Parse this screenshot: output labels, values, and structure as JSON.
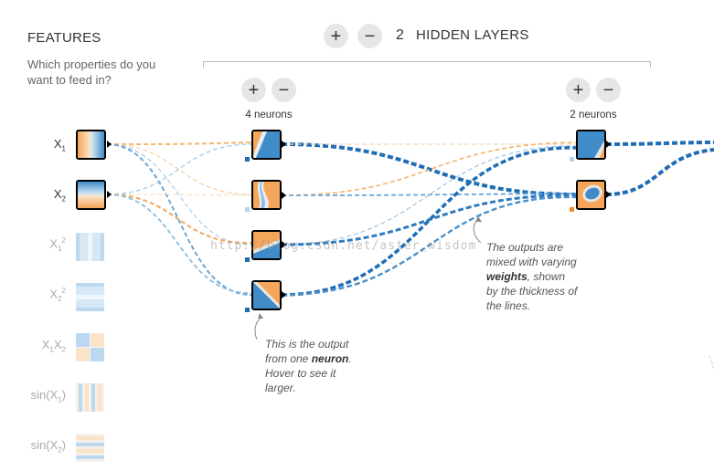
{
  "features": {
    "title": "FEATURES",
    "subtitle": "Which properties do you want to feed in?",
    "items": [
      {
        "base": "X",
        "sub": "1",
        "sup": "",
        "tail": "",
        "active": true
      },
      {
        "base": "X",
        "sub": "2",
        "sup": "",
        "tail": "",
        "active": true
      },
      {
        "base": "X",
        "sub": "1",
        "sup": "2",
        "tail": "",
        "active": false
      },
      {
        "base": "X",
        "sub": "2",
        "sup": "2",
        "tail": "",
        "active": false
      },
      {
        "base": "X",
        "sub": "1",
        "sup": "",
        "tail": "X",
        "tail_sub": "2",
        "active": false
      },
      {
        "base": "sin(X",
        "sub": "1",
        "sup": "",
        "tail": ")",
        "active": false
      },
      {
        "base": "sin(X",
        "sub": "2",
        "sup": "",
        "tail": ")",
        "active": false
      }
    ]
  },
  "hidden_layers": {
    "add_label": "+",
    "remove_label": "−",
    "count": "2",
    "label": "HIDDEN LAYERS",
    "layers": [
      {
        "add_label": "+",
        "remove_label": "−",
        "neurons_label": "4 neurons"
      },
      {
        "add_label": "+",
        "remove_label": "−",
        "neurons_label": "2 neurons"
      }
    ]
  },
  "annotations": {
    "neuron_note": {
      "pre": "This is the output from one ",
      "bold": "neuron",
      "post": ". Hover to see it larger."
    },
    "weights_note": {
      "pre": "The outputs are mixed with varying ",
      "bold": "weights",
      "post": ", shown by the thickness of the lines."
    }
  },
  "watermark": "http://blog.csdn.net/aster_wisdom",
  "colors": {
    "blue": "#4a90c8",
    "blue_dark": "#1f6db5",
    "orange": "#f0a050",
    "light_gray": "#e6e6e6"
  }
}
